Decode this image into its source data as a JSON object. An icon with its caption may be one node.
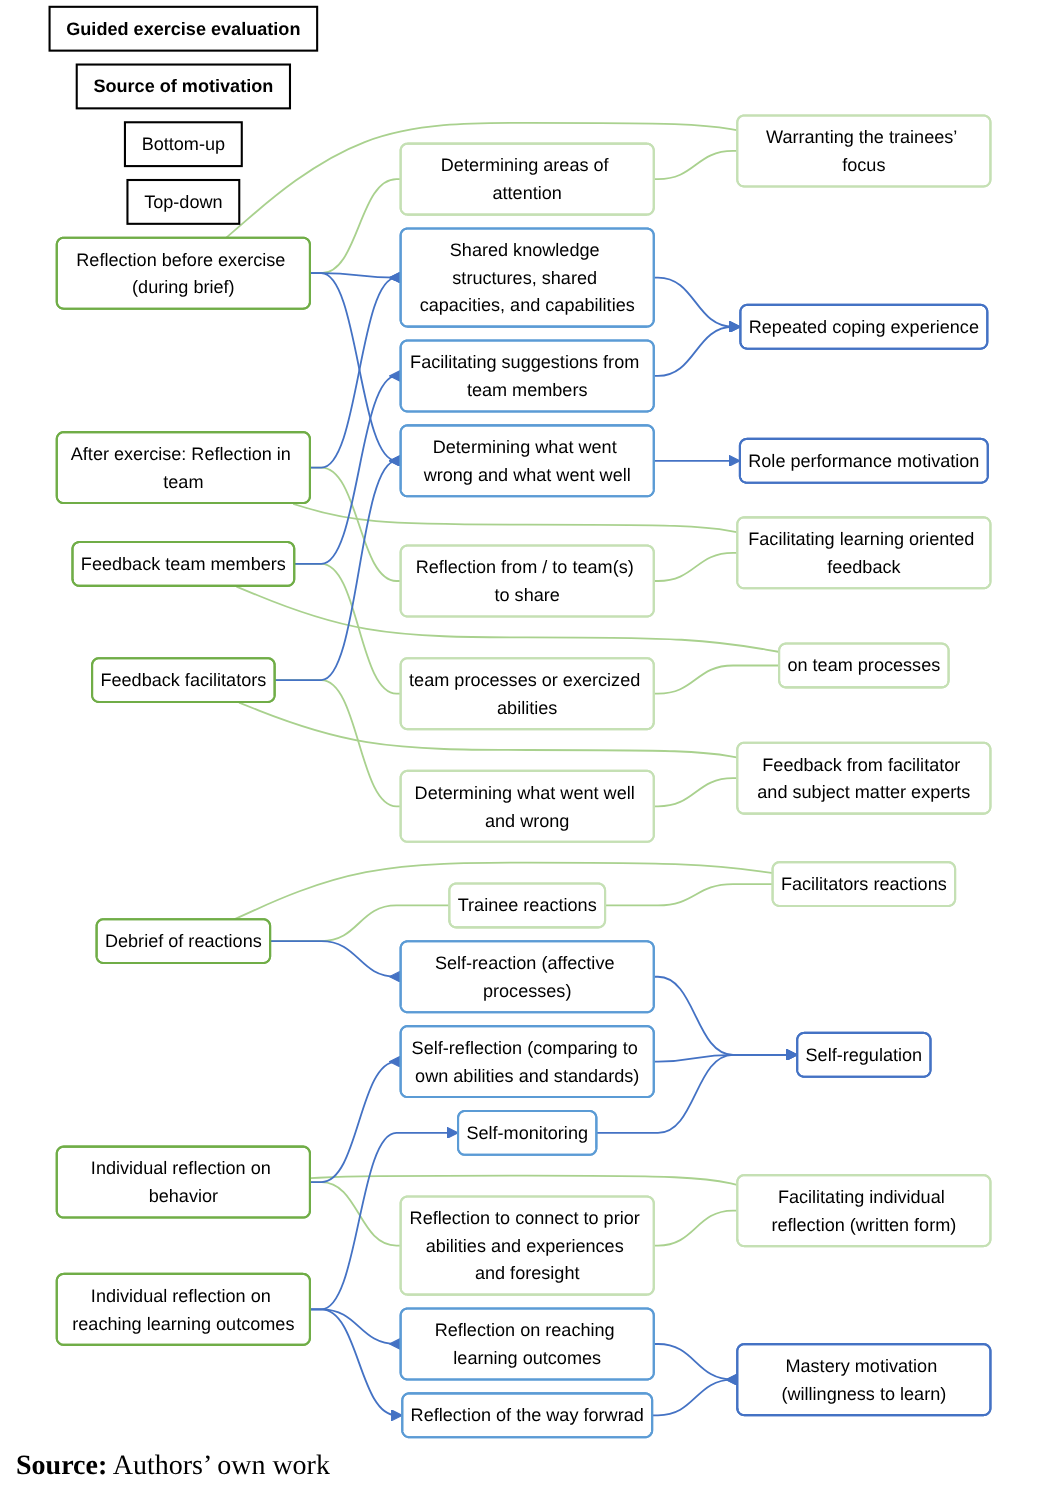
{
  "diagram": {
    "caption": "**Source:** Authors’ own work",
    "nodes": [
      {
        "text": [
          "Guided exercise evaluation"
        ]
      },
      {
        "text": [
          "Source of motivation"
        ]
      },
      {
        "text": [
          "Bottom-up"
        ]
      },
      {
        "text": [
          "Top-down"
        ]
      },
      {
        "text": [
          "Reflection before exercise (during brief)"
        ]
      },
      {
        "text": [
          "Determining areas of attention"
        ]
      },
      {
        "text": [
          "Warranting the trainees’ focus"
        ]
      },
      {
        "text": [
          "After exercise: Reflection in team"
        ]
      },
      {
        "text": [
          "Reflection from / to team(s) to share"
        ]
      },
      {
        "text": [
          "Facilitating learning oriented feedback"
        ]
      },
      {
        "text": [
          "Feedback team members"
        ]
      },
      {
        "text": [
          "team processes or exercized abilities"
        ]
      },
      {
        "text": [
          "on team processes"
        ]
      },
      {
        "text": [
          "Feedback facilitators"
        ]
      },
      {
        "text": [
          "Determining what went well and wrong"
        ]
      },
      {
        "text": [
          "Feedback from facilitator and subject matter experts"
        ]
      },
      {
        "text": [
          "Debrief of reactions"
        ]
      },
      {
        "text": [
          "Trainee reactions"
        ]
      },
      {
        "text": [
          "Facilitators reactions"
        ]
      },
      {
        "text": [
          "Individual reflection on behavior"
        ]
      },
      {
        "text": [
          "Reflection to connect to prior abilities and experiences and foresight"
        ]
      },
      {
        "text": [
          "Facilitating individual reflection (written form)"
        ]
      },
      {
        "text": [
          "Individual reflection on reaching learning outcomes"
        ]
      },
      {
        "text": [
          "Shared knowledge structures, shared capacities, and capabilities"
        ]
      },
      {
        "text": [
          "Facilitating suggestions from team members"
        ]
      },
      {
        "text": [
          "Determining what went wrong and what went well"
        ]
      },
      {
        "text": [
          "Self-reaction (affective processes)"
        ]
      },
      {
        "text": [
          "Self-reflection (comparing to own abilities and standards)"
        ]
      },
      {
        "text": [
          "Self-monitoring"
        ]
      },
      {
        "text": [
          "Reflection on reaching learning outcomes"
        ]
      },
      {
        "text": [
          "Reflection of the way forwrad"
        ]
      },
      {
        "text": [
          "Repeated coping experience"
        ]
      },
      {
        "text": [
          "Role performance motivation"
        ]
      },
      {
        "text": [
          "Self-regulation"
        ]
      },
      {
        "text": [
          "Mastery motivation (willingness to learn)"
        ]
      }
    ],
    "edges": [
      {
        "from": 4,
        "to": 5,
        "arrow": "none",
        "color": "#a9d18e"
      },
      {
        "from": 4,
        "to": 6,
        "arrow": "none",
        "color": "#a9d18e"
      },
      {
        "from": 5,
        "to": 6,
        "arrow": "none",
        "color": "#a9d18e"
      },
      {
        "from": 4,
        "to": 23,
        "arrow": "to",
        "color": "#4472c4"
      },
      {
        "from": 4,
        "to": 25,
        "arrow": "to",
        "color": "#4472c4"
      },
      {
        "from": 7,
        "to": 8,
        "arrow": "none",
        "color": "#a9d18e"
      },
      {
        "from": 7,
        "to": 9,
        "arrow": "none",
        "color": "#a9d18e"
      },
      {
        "from": 8,
        "to": 9,
        "arrow": "none",
        "color": "#a9d18e"
      },
      {
        "from": 7,
        "to": 23,
        "arrow": "to",
        "color": "#4472c4"
      },
      {
        "from": 10,
        "to": 11,
        "arrow": "none",
        "color": "#a9d18e"
      },
      {
        "from": 10,
        "to": 12,
        "arrow": "none",
        "color": "#a9d18e"
      },
      {
        "from": 11,
        "to": 12,
        "arrow": "none",
        "color": "#a9d18e"
      },
      {
        "from": 10,
        "to": 24,
        "arrow": "to",
        "color": "#4472c4"
      },
      {
        "from": 13,
        "to": 14,
        "arrow": "none",
        "color": "#a9d18e"
      },
      {
        "from": 13,
        "to": 15,
        "arrow": "none",
        "color": "#a9d18e"
      },
      {
        "from": 14,
        "to": 15,
        "arrow": "none",
        "color": "#a9d18e"
      },
      {
        "from": 13,
        "to": 25,
        "arrow": "to",
        "color": "#4472c4"
      },
      {
        "from": 16,
        "to": 17,
        "arrow": "none",
        "color": "#a9d18e"
      },
      {
        "from": 16,
        "to": 18,
        "arrow": "none",
        "color": "#a9d18e"
      },
      {
        "from": 17,
        "to": 18,
        "arrow": "none",
        "color": "#a9d18e"
      },
      {
        "from": 16,
        "to": 26,
        "arrow": "to",
        "color": "#4472c4"
      },
      {
        "from": 19,
        "to": 20,
        "arrow": "none",
        "color": "#a9d18e"
      },
      {
        "from": 19,
        "to": 21,
        "arrow": "none",
        "color": "#a9d18e"
      },
      {
        "from": 20,
        "to": 21,
        "arrow": "none",
        "color": "#a9d18e"
      },
      {
        "from": 19,
        "to": 27,
        "arrow": "to",
        "color": "#4472c4"
      },
      {
        "from": 22,
        "to": 28,
        "arrow": "to",
        "color": "#4472c4"
      },
      {
        "from": 22,
        "to": 29,
        "arrow": "to",
        "color": "#4472c4"
      },
      {
        "from": 22,
        "to": 30,
        "arrow": "to",
        "color": "#4472c4"
      },
      {
        "from": 23,
        "to": 31,
        "arrow": "to",
        "color": "#4472c4"
      },
      {
        "from": 24,
        "to": 31,
        "arrow": "to",
        "color": "#4472c4"
      },
      {
        "from": 25,
        "to": 32,
        "arrow": "to",
        "color": "#4472c4"
      },
      {
        "from": 26,
        "to": 33,
        "arrow": "to",
        "color": "#4472c4"
      },
      {
        "from": 27,
        "to": 33,
        "arrow": "to",
        "color": "#4472c4"
      },
      {
        "from": 28,
        "to": 33,
        "arrow": "to",
        "color": "#4472c4"
      },
      {
        "from": 29,
        "to": 34,
        "arrow": "to",
        "color": "#4472c4"
      },
      {
        "from": 30,
        "to": 34,
        "arrow": "to",
        "color": "#4472c4"
      }
    ]
  }
}
